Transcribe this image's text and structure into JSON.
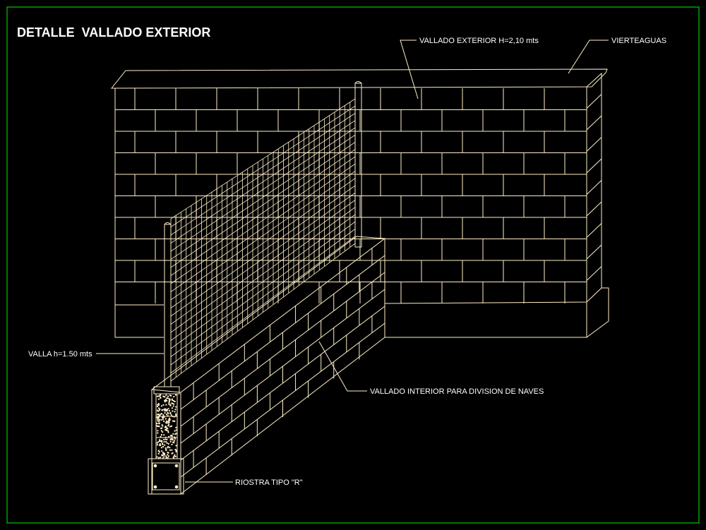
{
  "drawing": {
    "title": "DETALLE  VALLADO EXTERIOR",
    "labels": {
      "exterior_fence": "VALLADO EXTERIOR H=2,10 mts",
      "coping": "VIERTEAGUAS",
      "mesh_fence": "VALLA h=1.50 mts",
      "interior_fence": "VALLADO INTERIOR PARA DIVISION DE NAVES",
      "tie_beam": "RIOSTRA TIPO \"R\""
    }
  },
  "colors": {
    "background": "#000000",
    "frame": "#00c800",
    "line": "#ffefc8",
    "text": "#ffffff"
  }
}
